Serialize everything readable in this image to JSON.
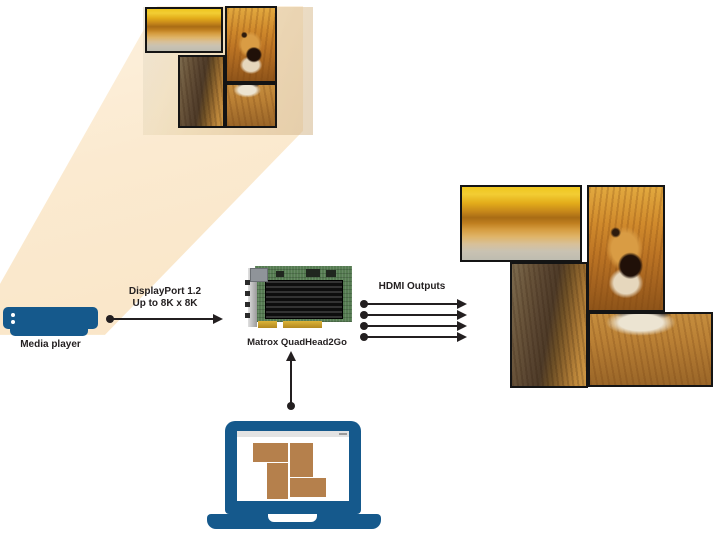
{
  "nodes": {
    "media_player": {
      "label": "Media player",
      "color": "#15598C"
    },
    "processor": {
      "label": "Matrox QuadHead2Go",
      "pcb_color": "#567C52",
      "heatsink_color": "#141414",
      "bracket_color": "#C0C0C0",
      "gold_edge_color": "#C89B2E"
    },
    "controller": {
      "type": "laptop",
      "color": "#15598C",
      "config_shape_color": "#B5804C",
      "titlebar_color": "#E3E3E3"
    },
    "source_preview": {
      "description": "faded source image with four offset display crops",
      "panel_count": 4
    },
    "video_wall": {
      "description": "four-display artistic video wall showing lion image",
      "panel_count": 4
    }
  },
  "links": {
    "displayport": {
      "label_line1": "DisplayPort 1.2",
      "label_line2": "Up to 8K x 8K"
    },
    "hdmi": {
      "label": "HDMI Outputs",
      "count": 4
    },
    "control": {
      "description": "laptop configures QuadHead2Go"
    }
  },
  "colors": {
    "beam_cream": "#FBEACD",
    "arrow_black": "#231F20",
    "panel_border": "#141414",
    "background": "#FFFFFF"
  }
}
